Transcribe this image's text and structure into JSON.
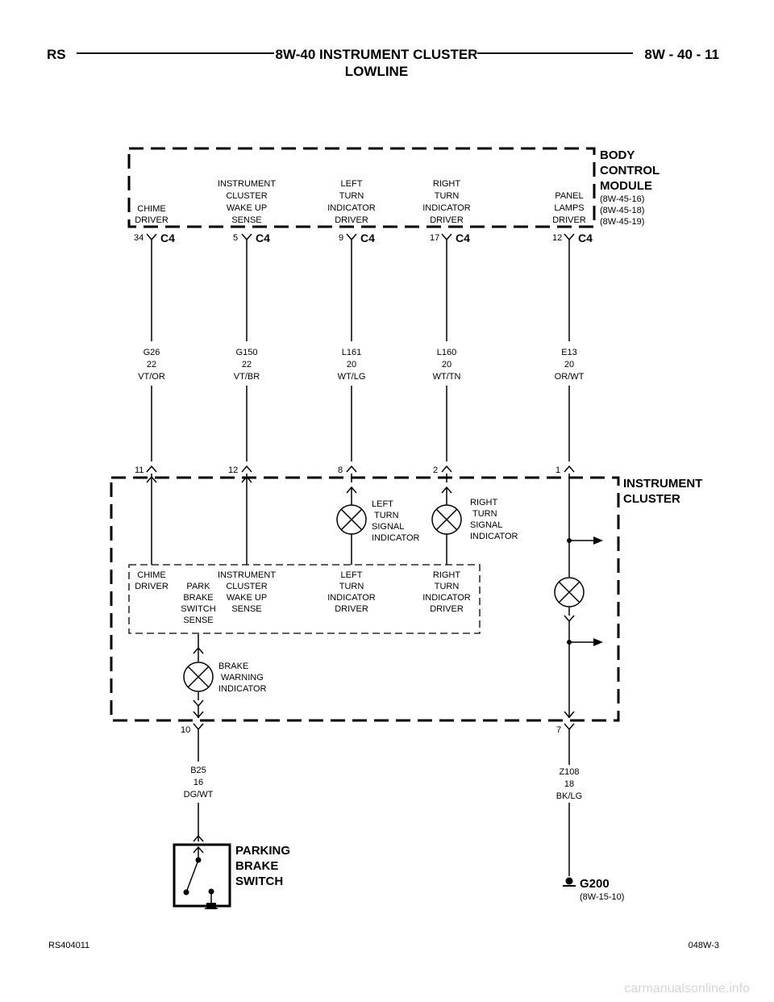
{
  "header": {
    "left_code": "RS",
    "title_line1": "8W-40 INSTRUMENT CLUSTER",
    "title_line2": "LOWLINE",
    "page_ref": "8W - 40 - 11"
  },
  "body_control_module": {
    "name_lines": [
      "BODY",
      "CONTROL",
      "MODULE"
    ],
    "refs": [
      "(8W-45-16)",
      "(8W-45-18)",
      "(8W-45-19)"
    ],
    "connector": "C4",
    "circuits": [
      {
        "pin": "34",
        "label": [
          "CHIME",
          "DRIVER"
        ]
      },
      {
        "pin": "5",
        "label": [
          "INSTRUMENT",
          "CLUSTER",
          "WAKE UP",
          "SENSE"
        ]
      },
      {
        "pin": "9",
        "label": [
          "LEFT",
          "TURN",
          "INDICATOR",
          "DRIVER"
        ]
      },
      {
        "pin": "17",
        "label": [
          "RIGHT",
          "TURN",
          "INDICATOR",
          "DRIVER"
        ]
      },
      {
        "pin": "12",
        "label": [
          "PANEL",
          "LAMPS",
          "DRIVER"
        ]
      }
    ]
  },
  "wires": [
    {
      "circuit": "G26",
      "gauge": "22",
      "color": "VT/OR"
    },
    {
      "circuit": "G150",
      "gauge": "22",
      "color": "VT/BR"
    },
    {
      "circuit": "L161",
      "gauge": "20",
      "color": "WT/LG"
    },
    {
      "circuit": "L160",
      "gauge": "20",
      "color": "WT/TN"
    },
    {
      "circuit": "E13",
      "gauge": "20",
      "color": "OR/WT"
    }
  ],
  "instrument_cluster": {
    "name_lines": [
      "INSTRUMENT",
      "CLUSTER"
    ],
    "top_pins": [
      "11",
      "12",
      "8",
      "2",
      "1"
    ],
    "left_turn_lamp": [
      "LEFT",
      "TURN",
      "SIGNAL",
      "INDICATOR"
    ],
    "right_turn_lamp": [
      "RIGHT",
      "TURN",
      "SIGNAL",
      "INDICATOR"
    ],
    "inner_labels": {
      "chime": [
        "CHIME",
        "DRIVER"
      ],
      "park_brake": [
        "PARK",
        "BRAKE",
        "SWITCH",
        "SENSE"
      ],
      "wake_up": [
        "INSTRUMENT",
        "CLUSTER",
        "WAKE UP",
        "SENSE"
      ],
      "left_turn": [
        "LEFT",
        "TURN",
        "INDICATOR",
        "DRIVER"
      ],
      "right_turn": [
        "RIGHT",
        "TURN",
        "INDICATOR",
        "DRIVER"
      ]
    },
    "brake_lamp": [
      "BRAKE",
      "WARNING",
      "INDICATOR"
    ],
    "bottom_pins": [
      "10",
      "7"
    ]
  },
  "lower_wires": [
    {
      "circuit": "B25",
      "gauge": "16",
      "color": "DG/WT"
    },
    {
      "circuit": "Z108",
      "gauge": "18",
      "color": "BK/LG"
    }
  ],
  "parking_brake_switch": [
    "PARKING",
    "BRAKE",
    "SWITCH"
  ],
  "ground": {
    "name": "G200",
    "ref": "(8W-15-10)"
  },
  "footer": {
    "left": "RS404011",
    "right": "048W-3"
  },
  "watermark": "carmanualsonline.info"
}
